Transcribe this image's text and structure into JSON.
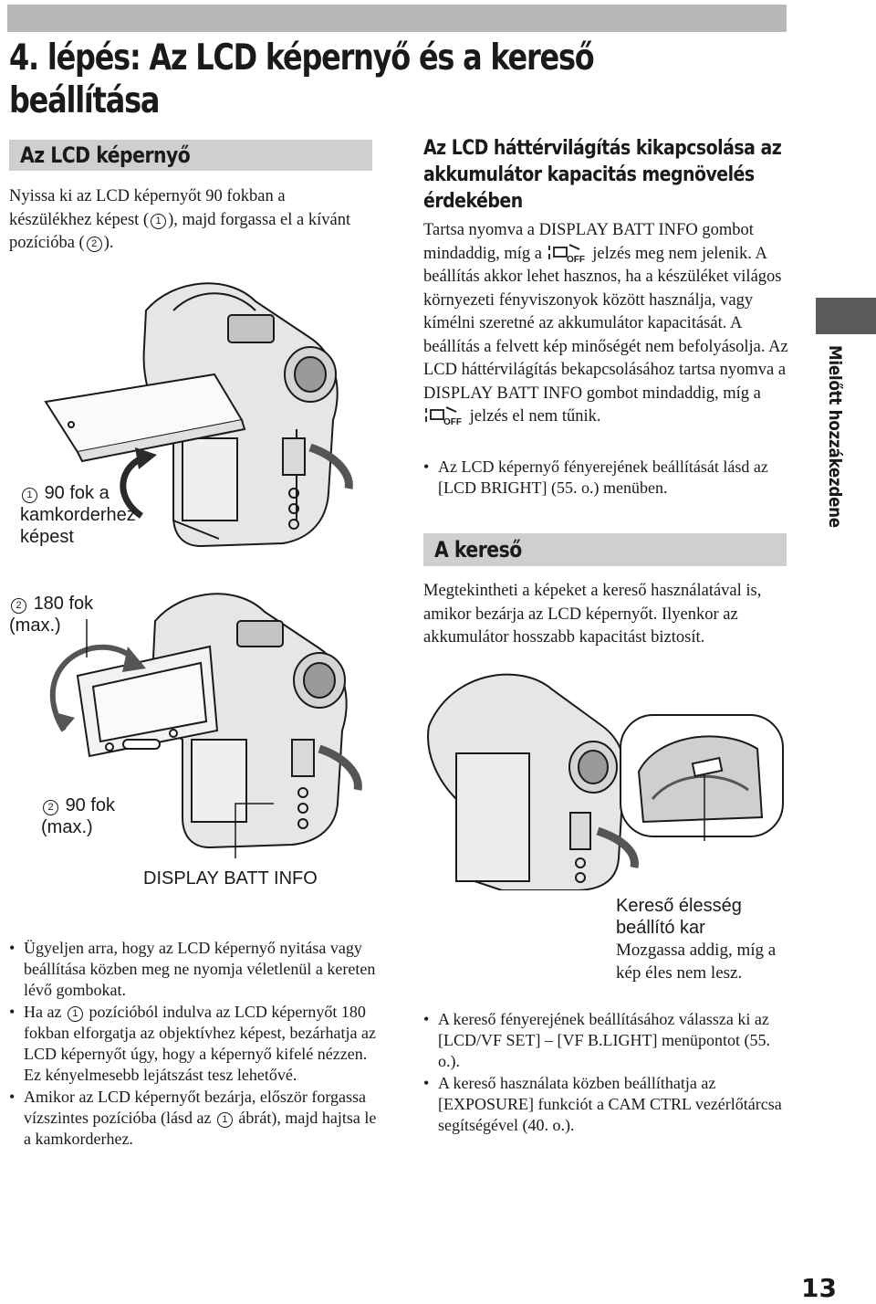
{
  "page": {
    "title": "4. lépés: Az LCD képernyő és a kereső beállítása",
    "page_number": "13",
    "side_tab": "Mielőtt hozzákezdene"
  },
  "lcd_section": {
    "heading": "Az LCD képernyő",
    "intro_a": "Nyissa ki az LCD képernyőt 90 fokban a készülékhez képest (",
    "intro_b": "), majd forgassa el a kívánt pozícióba (",
    "intro_c": ").",
    "num1": "1",
    "num2": "2",
    "label1_text": "90 fok a kamkorderhez képest",
    "label2_text": "180 fok (max.)",
    "label3_text": "90 fok (max.)",
    "display_batt_label": "DISPLAY BATT INFO",
    "notes": {
      "n1": "Ügyeljen arra, hogy az LCD képernyő nyitása vagy beállítása közben meg ne nyomja véletlenül a kereten lévő gombokat.",
      "n2_a": "Ha az",
      "n2_b": "pozícióból indulva az LCD képernyőt 180 fokban elforgatja az objektívhez képest, bezárhatja az LCD képernyőt úgy, hogy a képernyő kifelé nézzen. Ez kényelmesebb lejátszást tesz lehetővé.",
      "n3_a": "Amikor az LCD képernyőt bezárja, először forgassa vízszintes pozícióba (lásd az",
      "n3_b": "ábrát), majd hajtsa le a kamkorderhez."
    }
  },
  "backlight_section": {
    "heading": "Az LCD háttérvilágítás kikapcsolása az akkumulátor kapacitás megnövelés érdekében",
    "p_a": "Tartsa nyomva a DISPLAY BATT INFO gombot mindaddig, míg a",
    "p_b": "jelzés meg nem jelenik. A beállítás akkor lehet hasznos, ha a készüléket világos környezeti fényviszonyok között használja, vagy kímélni szeretné az akkumulátor kapacitását. A beállítás a felvett kép minőségét nem befolyásolja. Az LCD háttérvilágítás bekapcsolásához tartsa nyomva a DISPLAY BATT INFO gombot mindaddig, míg a",
    "p_c": "jelzés el nem tűnik.",
    "bullet": "Az LCD képernyő fényerejének beállítását lásd az [LCD BRIGHT] (55. o.) menüben."
  },
  "viewfinder_section": {
    "heading": "A kereső",
    "p": "Megtekintheti a képeket a kereső használatával is, amikor bezárja az LCD képernyőt. Ilyenkor az akkumulátor hosszabb kapacitást biztosít.",
    "lever_label": "Kereső élesség beállító kar",
    "lever_desc": "Mozgassa addig, míg a kép éles nem lesz.",
    "bullet1": "A kereső fényerejének beállításához válassza ki az [LCD/VF SET] – [VF B.LIGHT] menüpontot (55. o.).",
    "bullet2": "A kereső használata közben beállíthatja az [EXPOSURE] funkciót a CAM CTRL vezérlőtárcsa segítségével (40. o.)."
  },
  "icons": {
    "lcd_off": "lcd-backlight-off-icon",
    "camcorder": "camcorder-illustration",
    "rotation_arrow": "rotation-arrow-icon"
  },
  "colors": {
    "bar": "#b8b8b8",
    "section_head": "#cfcfcf",
    "side_tab": "#5a5a5a"
  }
}
